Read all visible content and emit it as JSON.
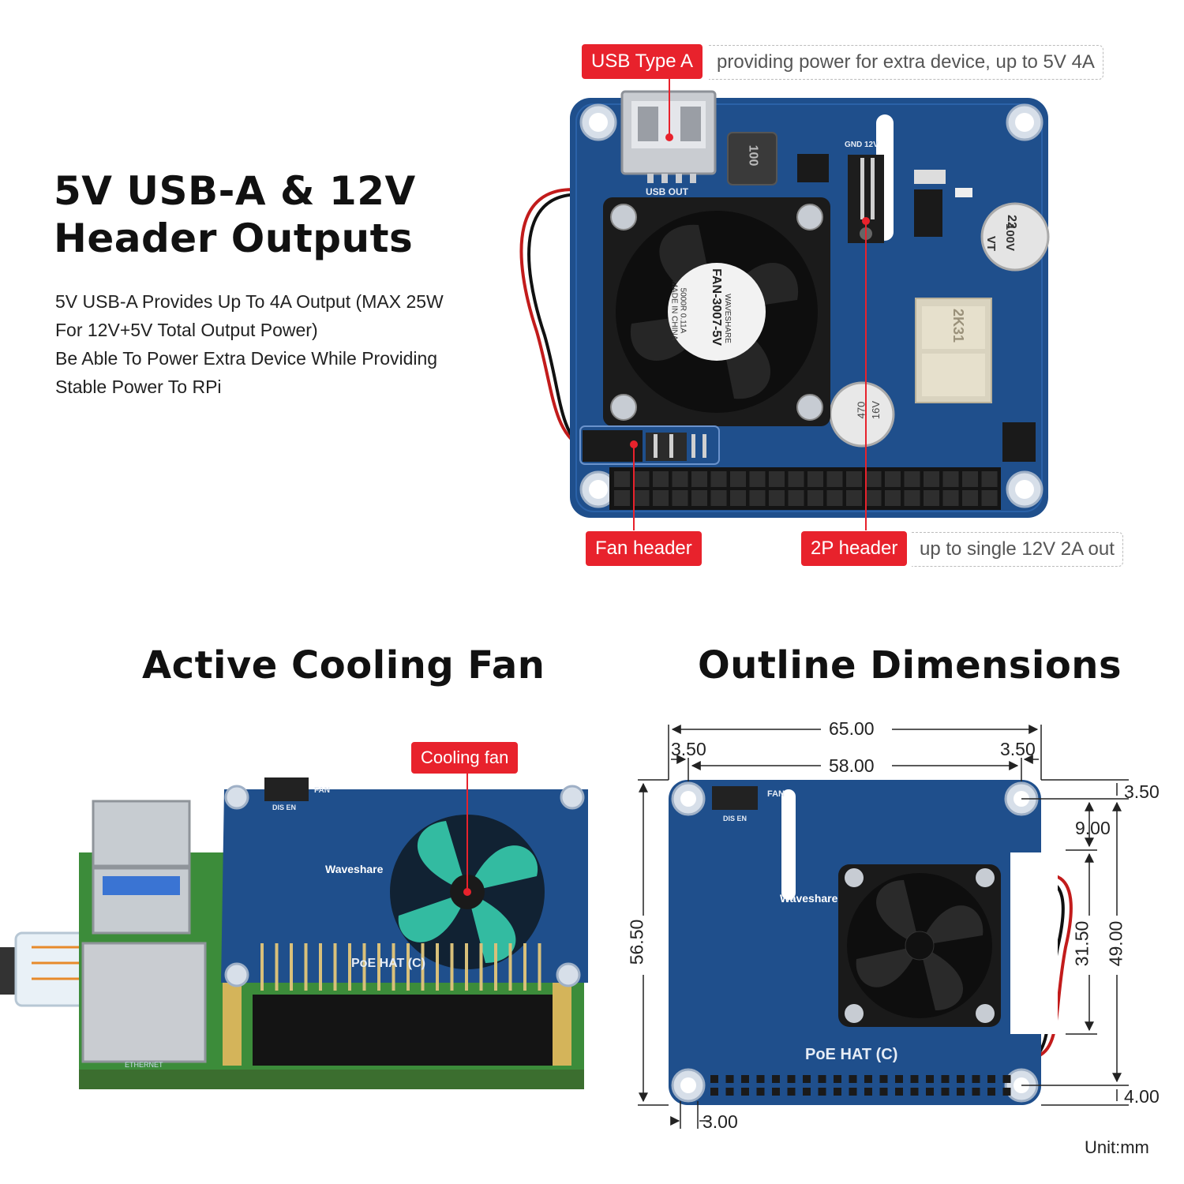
{
  "section1": {
    "title_line1": "5V USB-A & 12V",
    "title_line2": "Header Outputs",
    "desc_lines": [
      "5V USB-A Provides Up To 4A Output (MAX 25W",
      "For 12V+5V Total Output Power)",
      "Be Able To Power Extra Device While Providing",
      "Stable Power To RPi"
    ]
  },
  "callouts": {
    "usb_tag": "USB Type A",
    "usb_note": "providing power for extra device, up to 5V 4A",
    "fan_tag": "Fan header",
    "twop_tag": "2P header",
    "twop_note": "up to single 12V 2A out",
    "cooling_tag": "Cooling fan"
  },
  "board_labels": {
    "usb_out": "USB OUT",
    "gnd_12v": "GND 12V",
    "fan_model": "FAN-3007-5V",
    "fan_brand": "WAVESHARE",
    "fan_spec": "5000R 0.11A",
    "fan_origin": "MADE IN CHINA",
    "inductor": "100",
    "cap1": "22",
    "cap1b": "100V",
    "cap1c": "VT",
    "cap2": "470",
    "cap2b": "16V",
    "transformer": "2K31",
    "fan_lbl": "FAN",
    "dis_en": "DIS EN",
    "brand": "Waveshare",
    "product": "PoE HAT (C)",
    "ethernet": "ETHERNET"
  },
  "section2": {
    "title": "Active Cooling Fan"
  },
  "section3": {
    "title": "Outline Dimensions",
    "unit": "Unit:mm",
    "dims": {
      "w_total": "65.00",
      "w_inner": "58.00",
      "left_off": "3.50",
      "right_off": "3.50",
      "height": "56.50",
      "top_off": "3.50",
      "fan_top": "9.00",
      "fan_h": "31.50",
      "hole_span": "49.00",
      "bottom_off": "4.00",
      "left_edge": "3.00"
    }
  },
  "colors": {
    "pcb_blue": "#1f4f8c",
    "accent_red": "#e8222c",
    "fan_black": "#1b1b1b",
    "fan_glow": "#3ad6b5",
    "rpi_green": "#3c8c3a"
  }
}
